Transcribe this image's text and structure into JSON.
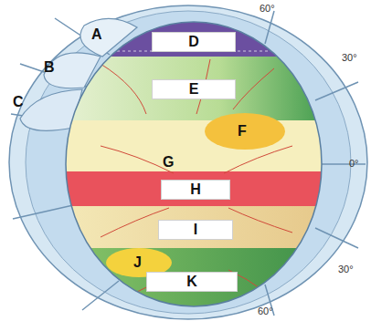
{
  "diagram": {
    "nodes": [
      {
        "text": [
          "D"
        ]
      },
      {
        "text": [
          "E"
        ]
      },
      {
        "text": [
          "H"
        ]
      },
      {
        "text": [
          "I"
        ]
      },
      {
        "text": [
          "K"
        ]
      }
    ],
    "labels": [
      "A",
      "B",
      "C",
      "60°",
      "30°",
      "F",
      "G",
      "0°",
      "J",
      "30°",
      "60°"
    ]
  }
}
